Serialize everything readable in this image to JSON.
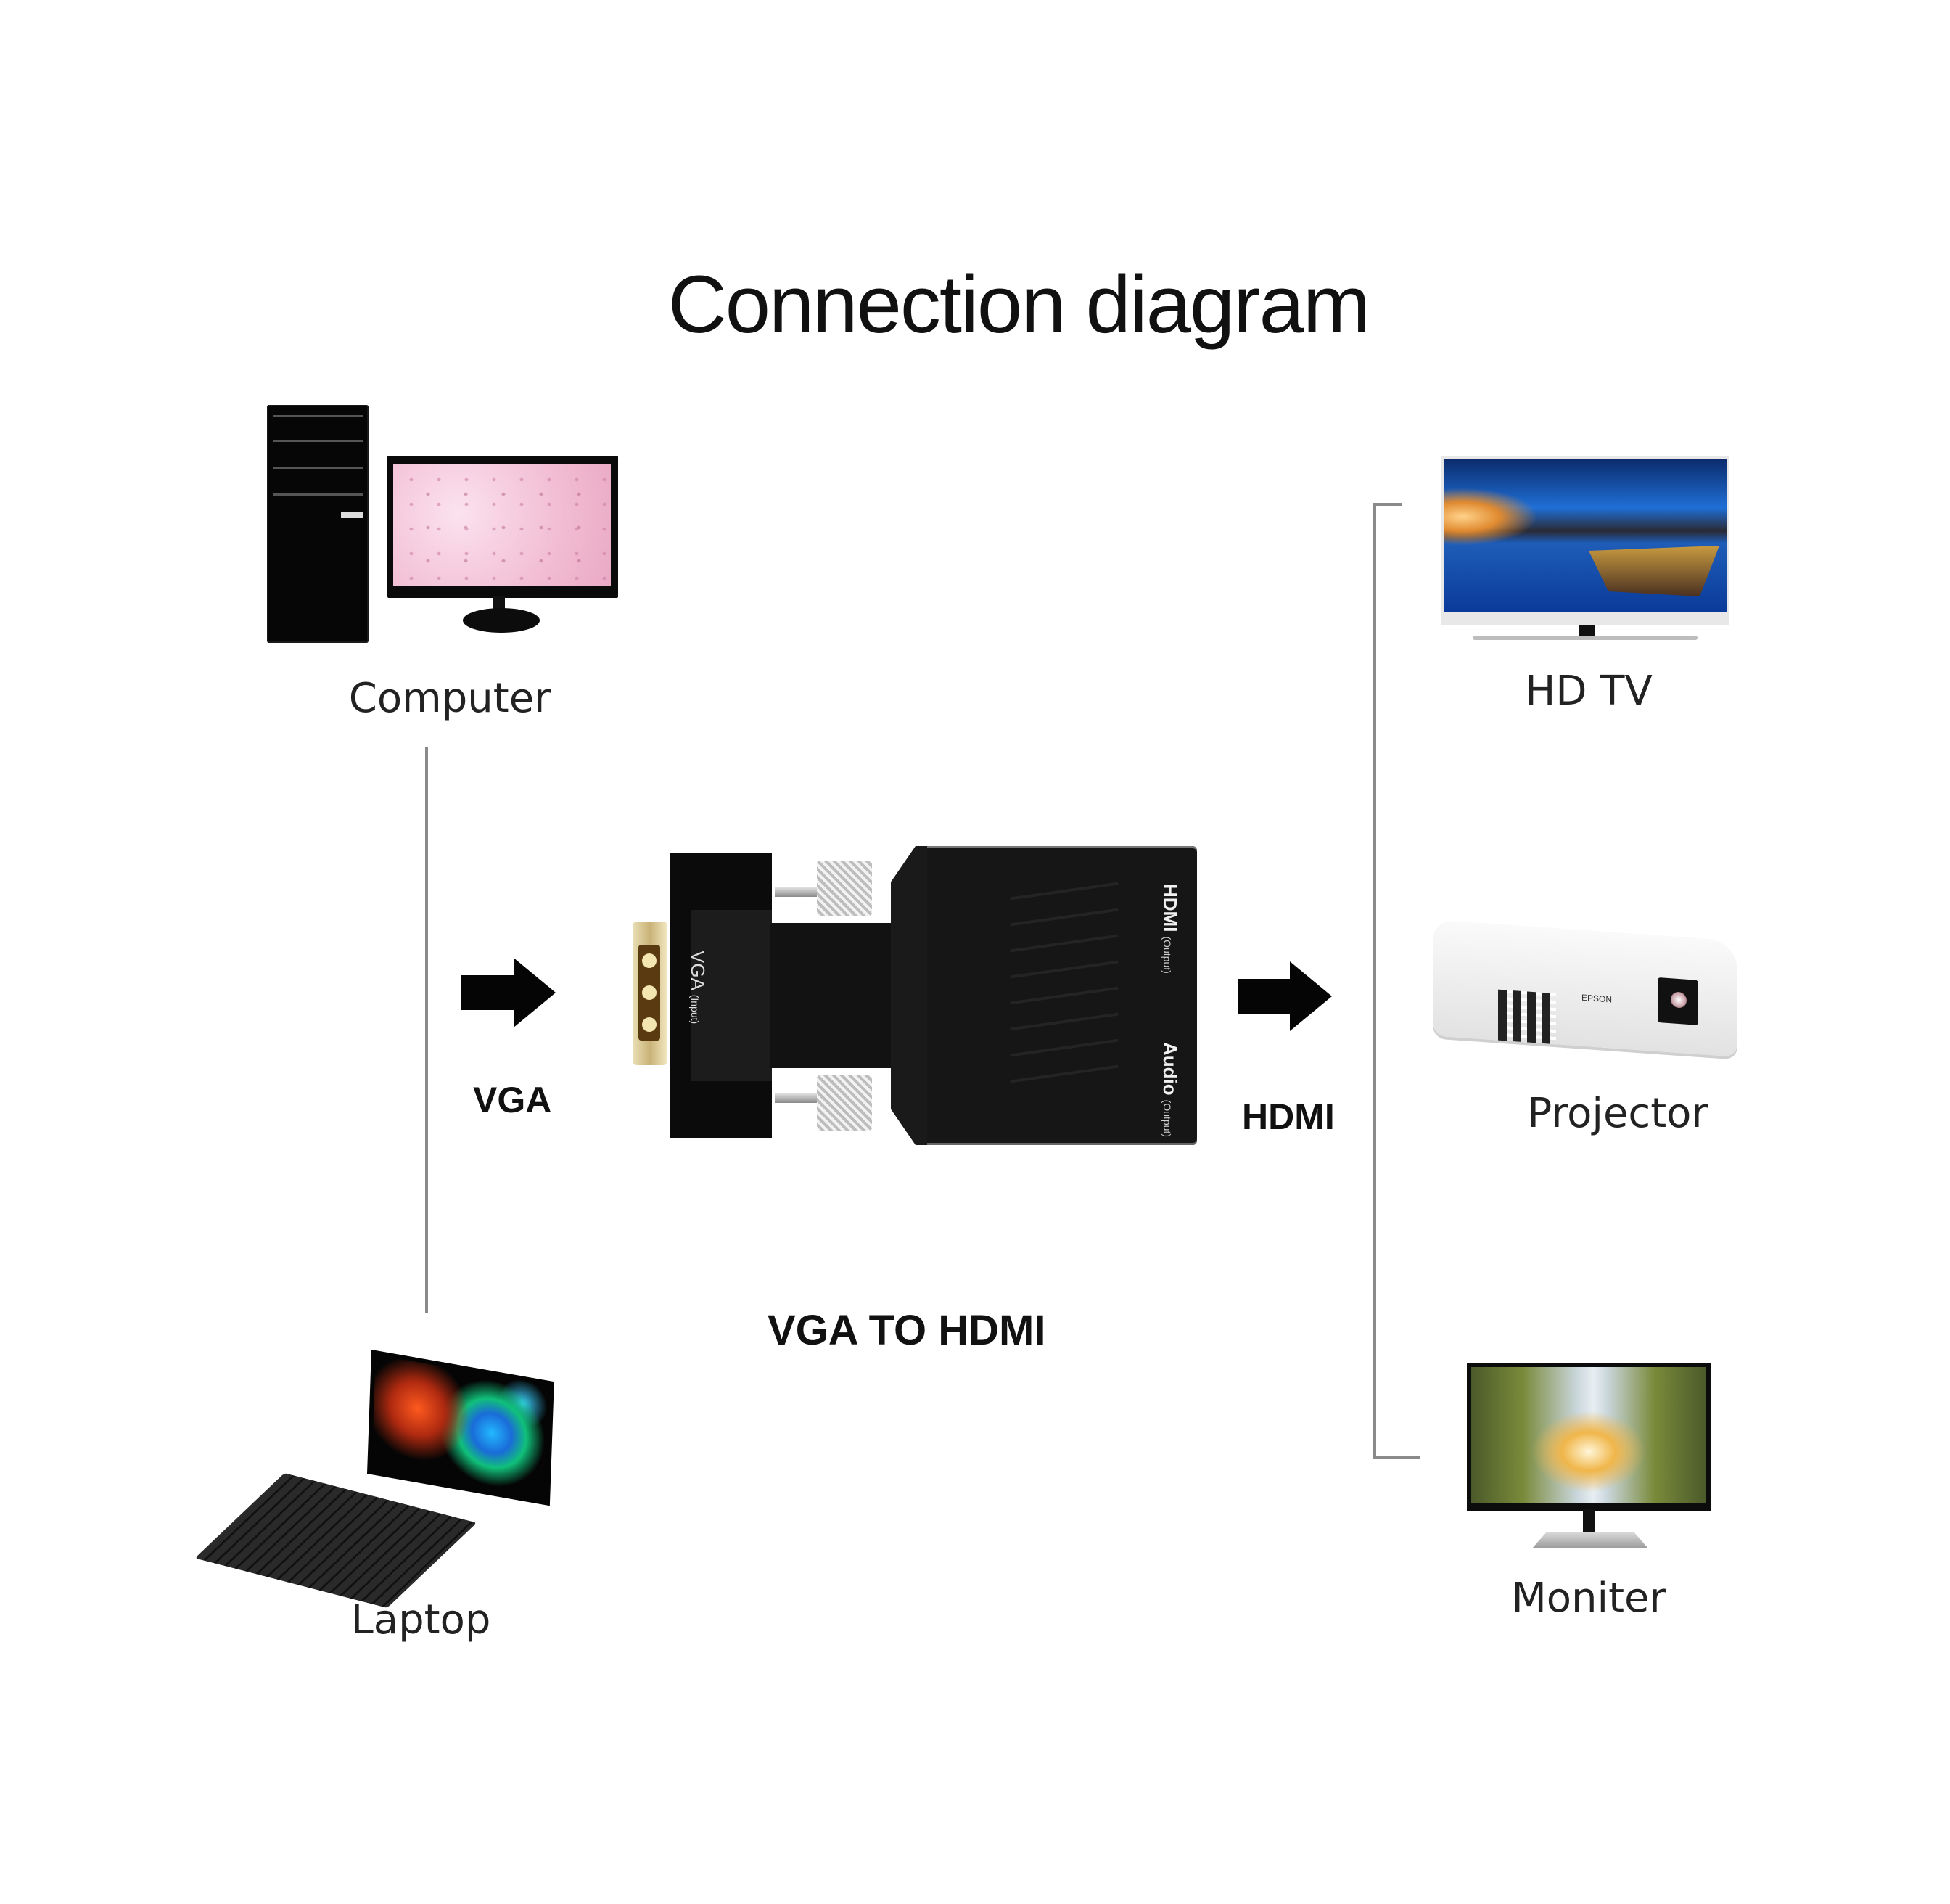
{
  "title": "Connection diagram",
  "sources": [
    {
      "id": "computer",
      "label": "Computer",
      "icon": "desktop-computer-icon"
    },
    {
      "id": "laptop",
      "label": "Laptop",
      "icon": "laptop-icon"
    }
  ],
  "adapter": {
    "caption": "VGA TO HDMI",
    "input_port": {
      "name": "VGA",
      "sub": "(Input)"
    },
    "output_ports": [
      {
        "name": "HDMI",
        "sub": "(Output)"
      },
      {
        "name": "Audio",
        "sub": "(Output)"
      }
    ]
  },
  "connections": {
    "input_label": "VGA",
    "output_label": "HDMI"
  },
  "displays": [
    {
      "id": "hdtv",
      "label": "HD TV",
      "icon": "tv-icon"
    },
    {
      "id": "projector",
      "label": "Projector",
      "icon": "projector-icon",
      "brand": "EPSON"
    },
    {
      "id": "monitor",
      "label": "Moniter",
      "icon": "monitor-icon"
    }
  ],
  "colors": {
    "background": "#ffffff",
    "text": "#111111",
    "connector_line": "#8a8a8a",
    "adapter_body": "#161616",
    "vga_gold": "#c9b277"
  }
}
